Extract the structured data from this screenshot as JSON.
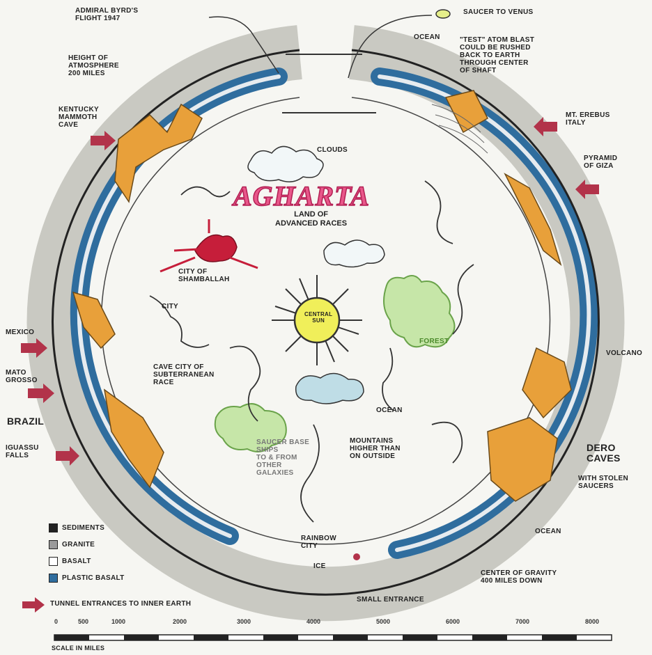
{
  "title": "AGHARTA",
  "subtitle": "LAND OF\nADVANCED RACES",
  "central_sun": "CENTRAL\nSUN",
  "labels": {
    "admiral_byrd": "ADMIRAL BYRD'S\nFLIGHT 1947",
    "saucer_venus": "SAUCER TO VENUS",
    "height_atmosphere": "HEIGHT OF\nATMOSPHERE\n200 MILES",
    "test_atom": "\"TEST\" ATOM BLAST\nCOULD BE RUSHED\nBACK TO EARTH\nTHROUGH CENTER\nOF SHAFT",
    "kentucky": "KENTUCKY\nMAMMOTH\nCAVE",
    "mt_erebus": "MT. EREBUS\nITALY",
    "pyramid": "PYRAMID\nOF GIZA",
    "clouds": "CLOUDS",
    "shamballah": "CITY OF\nSHAMBALLAH",
    "city": "CITY",
    "cave_city": "CAVE CITY OF\nSUBTERRANEAN\nRACE",
    "ocean_inner": "OCEAN",
    "mountains": "MOUNTAINS\nHIGHER THAN\nON OUTSIDE",
    "saucer_base": "SAUCER BASE\nSHIPS\nTO & FROM\nOTHER\nGALAXIES",
    "forest": "FOREST",
    "mexico": "MEXICO",
    "mato_grosso": "MATO\nGROSSO",
    "brazil": "BRAZIL",
    "iguassu": "IGUASSU\nFALLS",
    "volcano": "VOLCANO",
    "dero_caves": "DERO\nCAVES",
    "stolen_saucers": "WITH STOLEN\nSAUCERS",
    "ocean_outer": "OCEAN",
    "rainbow_city": "RAINBOW\nCITY",
    "center_gravity": "CENTER OF GRAVITY\n400 MILES DOWN",
    "small_entrance": "SMALL ENTRANCE",
    "ice": "ICE",
    "ocean_top": "OCEAN"
  },
  "legend": [
    {
      "label": "SEDIMENTS",
      "color": "#222222"
    },
    {
      "label": "GRANITE",
      "color": "#9a9a9a"
    },
    {
      "label": "BASALT",
      "color": "#ffffff"
    },
    {
      "label": "PLASTIC BASALT",
      "color": "#2f6d9e"
    }
  ],
  "tunnel_label": "TUNNEL ENTRANCES TO INNER EARTH",
  "scale": {
    "ticks": [
      "0",
      "500",
      "1000",
      "2000",
      "3000",
      "4000",
      "5000",
      "6000",
      "7000",
      "8000"
    ],
    "label": "SCALE IN MILES"
  },
  "colors": {
    "plastic_basalt": "#2f6d9e",
    "magma": "#e8a03a",
    "title": "#e8578a",
    "sun": "#f0ef5a",
    "forest": "#8ac85a",
    "cloud": "#bfdde6",
    "arrow": "#b2334a"
  }
}
